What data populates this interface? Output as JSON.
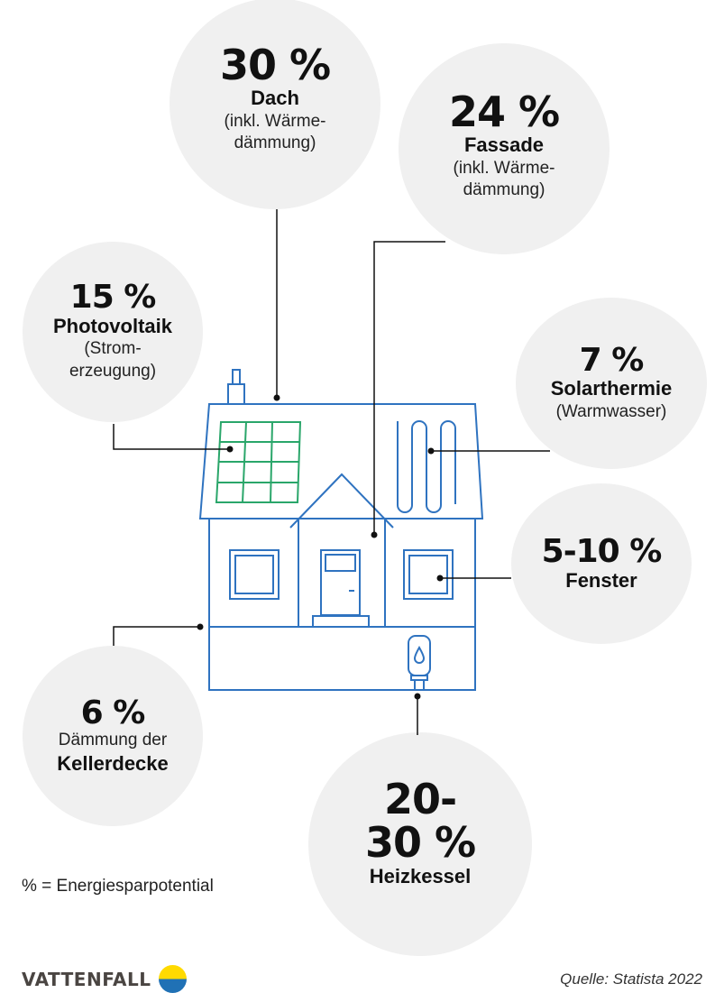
{
  "infographic": {
    "bubbles": [
      {
        "id": "dach",
        "value": "30 %",
        "title": "Dach",
        "sub_lines": [
          "(inkl. Wärme-",
          "dämmung)"
        ]
      },
      {
        "id": "fassade",
        "value": "24 %",
        "title": "Fassade",
        "sub_lines": [
          "(inkl. Wärme-",
          "dämmung)"
        ]
      },
      {
        "id": "photovoltaik",
        "value": "15 %",
        "title": "Photovoltaik",
        "sub_lines": [
          "(Strom-",
          "erzeugung)"
        ]
      },
      {
        "id": "solarthermie",
        "value": "7 %",
        "title": "Solarthermie",
        "sub_lines": [
          "(Warmwasser)"
        ]
      },
      {
        "id": "fenster",
        "value": "5-10 %",
        "title": "Fenster",
        "sub_lines": []
      },
      {
        "id": "kellerdecke",
        "value": "6 %",
        "pre_title": "Dämmung der",
        "title": "Kellerdecke",
        "sub_lines": []
      },
      {
        "id": "heizkessel",
        "value_lines": [
          "20-",
          "30 %"
        ],
        "title": "Heizkessel",
        "sub_lines": []
      }
    ],
    "legend": "% = Energiesparpotential",
    "brand": "VATTENFALL",
    "source": "Quelle: Statista 2022"
  },
  "colors": {
    "bubble_bg": "#f0f0f0",
    "house_line": "#2f73c0",
    "solar_panel": "#2aa66a",
    "connector": "#111111",
    "logo_yellow": "#ffda00",
    "logo_blue": "#2071b5"
  },
  "chart_data": {
    "type": "table",
    "title": "Energiesparpotential am Haus",
    "categories": [
      "Dach (inkl. Wärmedämmung)",
      "Fassade (inkl. Wärmedämmung)",
      "Photovoltaik (Stromerzeugung)",
      "Solarthermie (Warmwasser)",
      "Fenster",
      "Dämmung der Kellerdecke",
      "Heizkessel"
    ],
    "values": [
      "30 %",
      "24 %",
      "15 %",
      "7 %",
      "5-10 %",
      "6 %",
      "20-30 %"
    ],
    "legend": "% = Energiesparpotential",
    "source": "Quelle: Statista 2022"
  }
}
